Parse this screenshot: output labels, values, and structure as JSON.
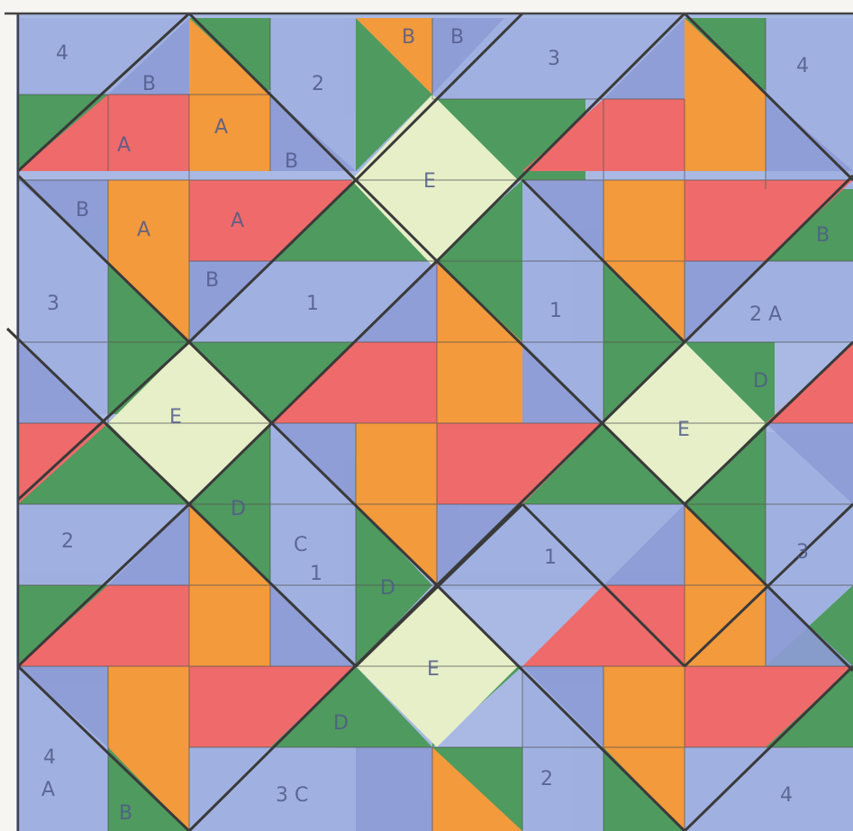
{
  "colors": {
    "paper": "#f6f5f1",
    "blue": "#a9b9e4",
    "blue_dark": "#8f9fd8",
    "green": "#4f9a5e",
    "red": "#ef6a6a",
    "orange": "#f39a3c",
    "pale": "#e6efc7",
    "line": "#3a3a3a"
  },
  "labels": {
    "l1": "4",
    "l2": "B",
    "l3": "A",
    "l4": "A",
    "l5": "2",
    "l6": "B",
    "l7": "B",
    "l8": "B",
    "l9": "E",
    "l10": "3",
    "l11": "4",
    "l12": "B",
    "l13": "A",
    "l14": "A",
    "l15": "B",
    "l16": "3",
    "l17": "1",
    "l18": "1",
    "l19": "B",
    "l20": "2 A",
    "l21": "E",
    "l22": "D",
    "l23": "E",
    "l24": "D",
    "l25": "2",
    "l26": "C",
    "l27": "1",
    "l28": "D",
    "l29": "1",
    "l30": "3",
    "l31": "E",
    "l32": "D",
    "l33": "4",
    "l34": "A",
    "l35": "B",
    "l36": "3 C",
    "l37": "2",
    "l38": "4"
  }
}
